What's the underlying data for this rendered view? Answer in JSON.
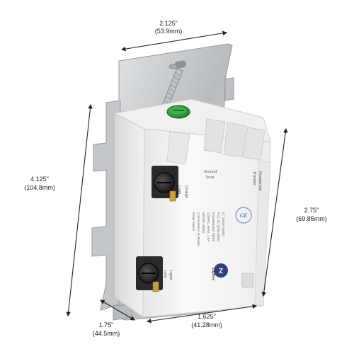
{
  "dimensions": {
    "width_top": "2.125\"",
    "width_top_mm": "(53.9mm)",
    "height_left": "4.125\"",
    "height_left_mm": "(104.8mm)",
    "height_right": "2.75\"",
    "height_right_mm": "(69.85mm)",
    "width_bottom": "1.625\"",
    "width_bottom_mm": "(41.28mm)",
    "depth": "1.75\"",
    "depth_mm": "(44.5mm)"
  },
  "device": {
    "label_ground": "Ground",
    "label_terre": "Terre",
    "label_load": "Load",
    "label_charge": "Charge",
    "label_line": "Line",
    "label_ligne": "Ligne",
    "label_traveler": "Traveler",
    "label_residential": "Residential",
    "label_brand": "ZigBee",
    "logo_text": "GE",
    "spec_lines": [
      "Relay Switch",
      "Commutateur en Relais",
      "MODEL 45852",
      "120VAC, 60Hz, 1.8A",
      "Incandescent: 600W",
      "FCC ID: QOB-45852",
      "IC: 3363A-45852"
    ]
  },
  "colors": {
    "plate": "#c9cccf",
    "housing": "#f4f4f4",
    "screw_green": "#2f9a3e",
    "terminal": "#1f1f1f",
    "brass": "#c7a23a"
  }
}
